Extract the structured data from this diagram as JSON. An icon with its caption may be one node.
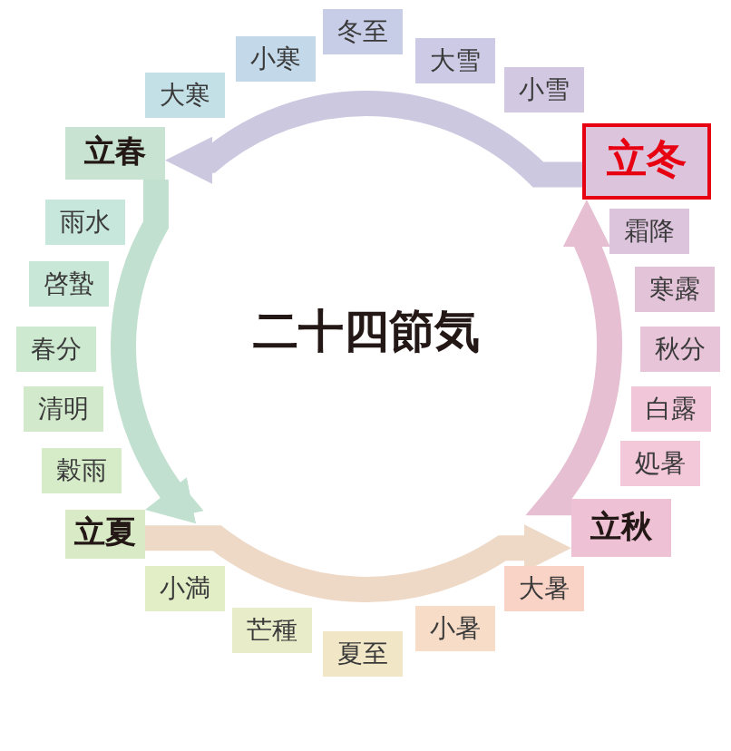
{
  "diagram": {
    "title": "二十四節気",
    "nodes": [
      {
        "text": [
          "立春"
        ]
      },
      {
        "text": [
          "雨水"
        ]
      },
      {
        "text": [
          "啓蟄"
        ]
      },
      {
        "text": [
          "春分"
        ]
      },
      {
        "text": [
          "清明"
        ]
      },
      {
        "text": [
          "穀雨"
        ]
      },
      {
        "text": [
          "立夏"
        ]
      },
      {
        "text": [
          "小満"
        ]
      },
      {
        "text": [
          "芒種"
        ]
      },
      {
        "text": [
          "夏至"
        ]
      },
      {
        "text": [
          "小暑"
        ]
      },
      {
        "text": [
          "大暑"
        ]
      },
      {
        "text": [
          "立秋"
        ]
      },
      {
        "text": [
          "処暑"
        ]
      },
      {
        "text": [
          "白露"
        ]
      },
      {
        "text": [
          "秋分"
        ]
      },
      {
        "text": [
          "寒露"
        ]
      },
      {
        "text": [
          "霜降"
        ]
      },
      {
        "text": [
          "立冬"
        ]
      },
      {
        "text": [
          "小雪"
        ]
      },
      {
        "text": [
          "大雪"
        ]
      },
      {
        "text": [
          "冬至"
        ]
      },
      {
        "text": [
          "小寒"
        ]
      },
      {
        "text": [
          "大寒"
        ]
      }
    ],
    "edges": [
      {
        "from": 18,
        "to": 0,
        "arrow": "to",
        "color": "#ccc8e0"
      },
      {
        "from": 0,
        "to": 6,
        "arrow": "to",
        "color": "#c2e0cf"
      },
      {
        "from": 6,
        "to": 12,
        "arrow": "to",
        "color": "#eed9c6"
      },
      {
        "from": 12,
        "to": 18,
        "arrow": "to",
        "color": "#e6bfd2"
      }
    ]
  }
}
